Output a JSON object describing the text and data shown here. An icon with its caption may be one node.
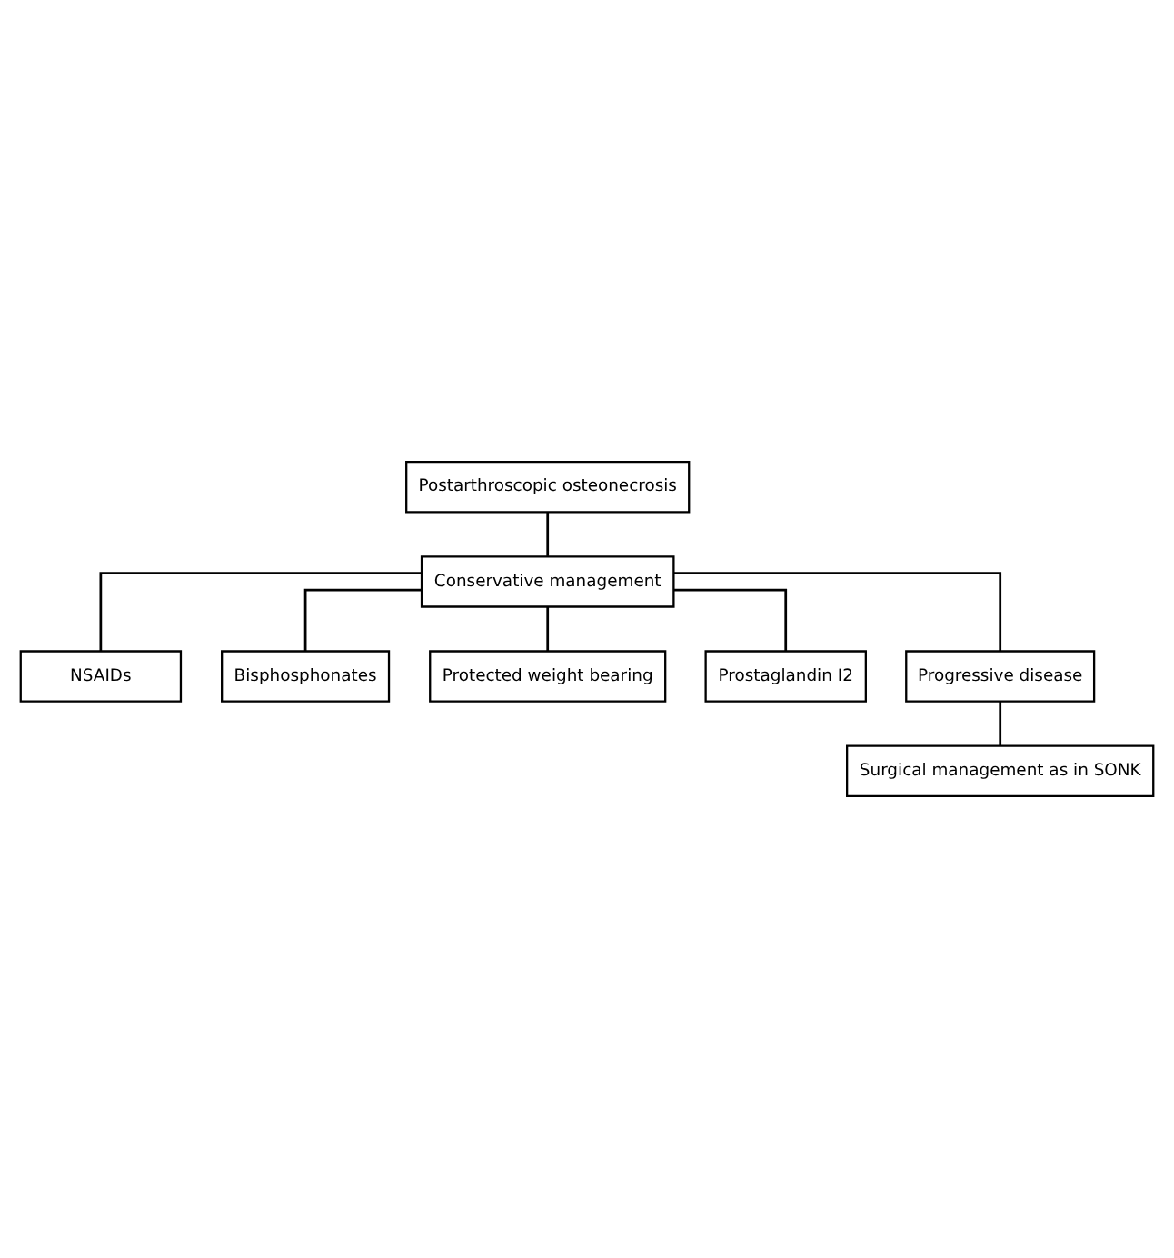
{
  "diagram": {
    "nodes": [
      {
        "text": [
          "Postarthroscopic osteonecrosis"
        ]
      },
      {
        "text": [
          "Conservative management"
        ]
      },
      {
        "text": [
          "NSAIDs"
        ]
      },
      {
        "text": [
          "Bisphosphonates"
        ]
      },
      {
        "text": [
          "Protected weight bearing"
        ]
      },
      {
        "text": [
          "Prostaglandin I2"
        ]
      },
      {
        "text": [
          "Progressive disease"
        ]
      },
      {
        "text": [
          "Surgical management as in SONK"
        ]
      }
    ],
    "edges": [
      {
        "from": 0,
        "to": 1,
        "arrow": "none"
      },
      {
        "from": 1,
        "to": 2,
        "arrow": "none"
      },
      {
        "from": 1,
        "to": 3,
        "arrow": "none"
      },
      {
        "from": 1,
        "to": 4,
        "arrow": "none"
      },
      {
        "from": 1,
        "to": 5,
        "arrow": "none"
      },
      {
        "from": 1,
        "to": 6,
        "arrow": "none"
      },
      {
        "from": 6,
        "to": 7,
        "arrow": "none"
      }
    ]
  }
}
